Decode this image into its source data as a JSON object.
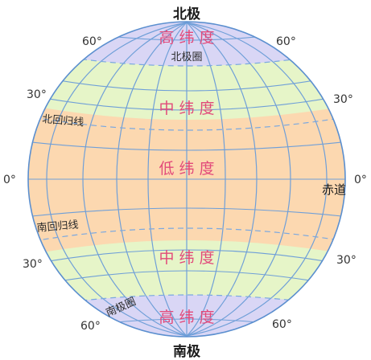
{
  "title": "",
  "poles": {
    "north": "北极",
    "south": "南极"
  },
  "zones": {
    "high_north": "高 纬 度",
    "mid_north": "中 纬 度",
    "low": "低 纬 度",
    "mid_south": "中 纬 度",
    "high_south": "高 纬 度"
  },
  "lines": {
    "arctic_circle": "北极圈",
    "tropic_cancer": "北回归线",
    "equator": "赤道",
    "tropic_capricorn": "南回归线",
    "antarctic_circle": "南极圈"
  },
  "degrees": {
    "n60_left": "60°",
    "n60_right": "60°",
    "n30_left": "30°",
    "n30_right": "30°",
    "eq_left": "0°",
    "eq_right": "0°",
    "s30_left": "30°",
    "s30_right": "30°",
    "s60_left": "60°",
    "s60_right": "60°"
  },
  "colors": {
    "high_latitude": "#d9d6f5",
    "mid_latitude": "#e6f5c8",
    "low_latitude": "#fcd8b0",
    "grid_line": "#6f9fd8",
    "dashed_line": "#7aa8e0",
    "zone_text": "#e2497a"
  }
}
